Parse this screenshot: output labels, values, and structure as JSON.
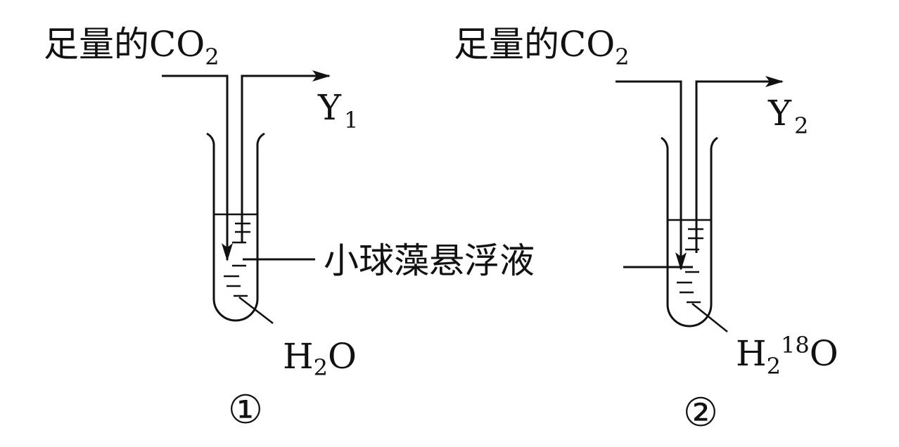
{
  "labels": {
    "co2_text": "足量的CO",
    "co2_sub": "2",
    "y_letter": "Y",
    "y1_sub": "1",
    "y2_sub": "2",
    "suspension": "小球藻悬浮液",
    "h": "H",
    "h2o_sub": "2",
    "o": "O",
    "o18_sup": "18"
  },
  "setups": [
    {
      "number": "①",
      "water": "H2O"
    },
    {
      "number": "②",
      "water": "H2 18O"
    }
  ]
}
